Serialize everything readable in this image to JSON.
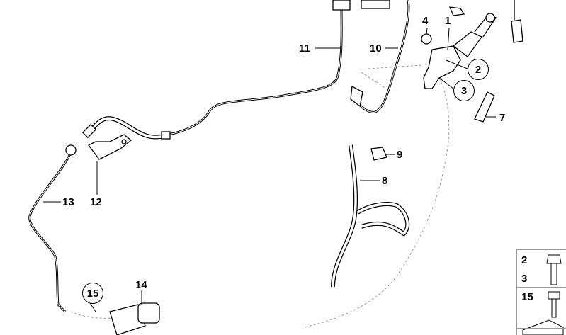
{
  "diagram": {
    "part_labels": {
      "p1": "1",
      "p4": "4",
      "p7": "7",
      "p8": "8",
      "p9": "9",
      "p10": "10",
      "p11": "11",
      "p12": "12",
      "p13": "13",
      "p14": "14"
    },
    "circled_labels": {
      "c2": "2",
      "c3": "3",
      "c15": "15"
    },
    "legend": {
      "row1_a": "2",
      "row1_b": "3",
      "row2": "15"
    }
  }
}
